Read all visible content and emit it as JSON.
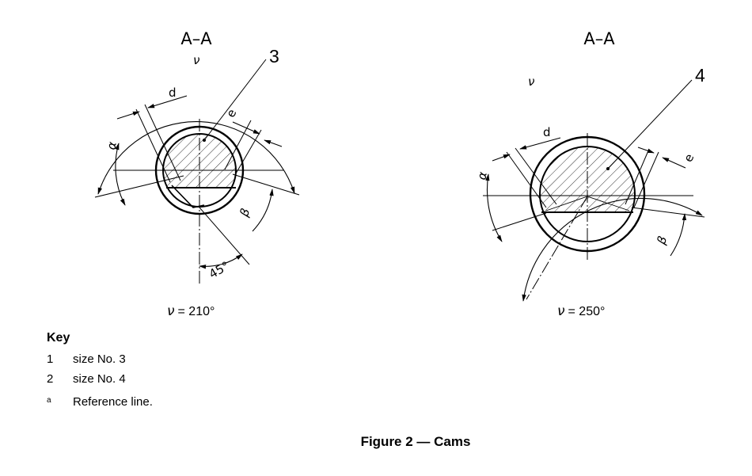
{
  "left_view": {
    "section_label": "A–A",
    "callout": "3",
    "symbols": {
      "nu": "ν",
      "d": "d",
      "e": "e",
      "alpha": "α",
      "beta": "β"
    },
    "angle_label": "45°",
    "caption_symbol": "ν",
    "caption_value": "= 210°"
  },
  "right_view": {
    "section_label": "A–A",
    "callout": "4",
    "symbols": {
      "nu": "ν",
      "d": "d",
      "e": "e",
      "alpha": "α",
      "beta": "β"
    },
    "caption_symbol": "ν",
    "caption_value": "= 250°"
  },
  "key": {
    "title": "Key",
    "items": [
      {
        "num": "1",
        "text": "size No. 3"
      },
      {
        "num": "2",
        "text": "size No. 4"
      },
      {
        "num": "a",
        "text": "Reference line."
      }
    ]
  },
  "figure_title": "Figure 2 — Cams"
}
